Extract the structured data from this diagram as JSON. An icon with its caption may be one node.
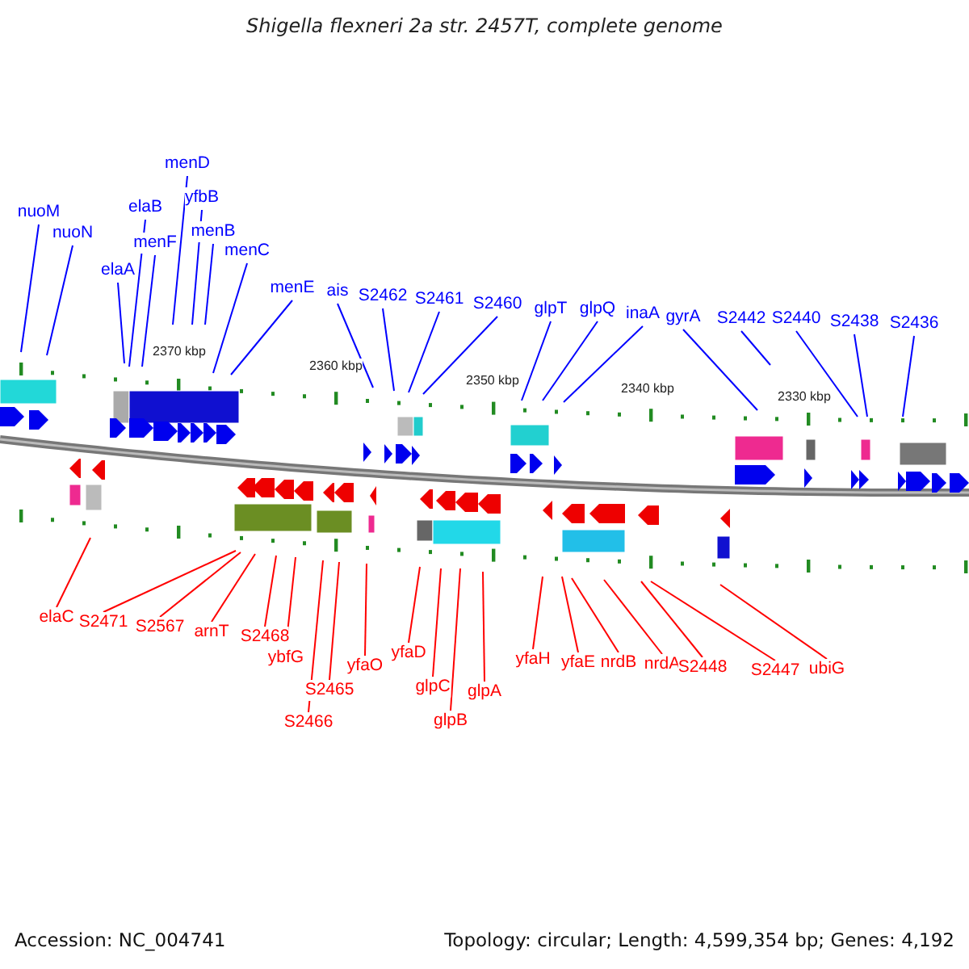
{
  "diagram": {
    "title": "Shigella flexneri 2a str. 2457T, complete genome",
    "nodes": [
      {
        "text": [
          "nuoM"
        ]
      },
      {
        "text": [
          "nuoN"
        ]
      },
      {
        "text": [
          "elaA"
        ]
      },
      {
        "text": [
          "elaB"
        ]
      },
      {
        "text": [
          "menF"
        ]
      },
      {
        "text": [
          "menD"
        ]
      },
      {
        "text": [
          "yfbB"
        ]
      },
      {
        "text": [
          "menB"
        ]
      },
      {
        "text": [
          "menC"
        ]
      },
      {
        "text": [
          "menE"
        ]
      },
      {
        "text": [
          "ais"
        ]
      },
      {
        "text": [
          "S2462"
        ]
      },
      {
        "text": [
          "S2461"
        ]
      },
      {
        "text": [
          "S2460"
        ]
      },
      {
        "text": [
          "glpT"
        ]
      },
      {
        "text": [
          "glpQ"
        ]
      },
      {
        "text": [
          "inaA"
        ]
      },
      {
        "text": [
          "gyrA"
        ]
      },
      {
        "text": [
          "S2442"
        ]
      },
      {
        "text": [
          "S2440"
        ]
      },
      {
        "text": [
          "S2438"
        ]
      },
      {
        "text": [
          "S2436"
        ]
      },
      {
        "text": [
          "elaC"
        ]
      },
      {
        "text": [
          "S2471"
        ]
      },
      {
        "text": [
          "S2567"
        ]
      },
      {
        "text": [
          "arnT"
        ]
      },
      {
        "text": [
          "S2468"
        ]
      },
      {
        "text": [
          "ybfG"
        ]
      },
      {
        "text": [
          "S2465"
        ]
      },
      {
        "text": [
          "S2466"
        ]
      },
      {
        "text": [
          "yfaO"
        ]
      },
      {
        "text": [
          "yfaD"
        ]
      },
      {
        "text": [
          "glpC"
        ]
      },
      {
        "text": [
          "glpB"
        ]
      },
      {
        "text": [
          "glpA"
        ]
      },
      {
        "text": [
          "yfaH"
        ]
      },
      {
        "text": [
          "yfaE"
        ]
      },
      {
        "text": [
          "nrdB"
        ]
      },
      {
        "text": [
          "nrdA"
        ]
      },
      {
        "text": [
          "S2448"
        ]
      },
      {
        "text": [
          "S2447"
        ]
      },
      {
        "text": [
          "ubiG"
        ]
      }
    ],
    "edges": [
      {
        "from": 0,
        "to": null,
        "arrow": "none"
      },
      {
        "from": 1,
        "to": null,
        "arrow": "none"
      },
      {
        "from": 2,
        "to": null,
        "arrow": "none"
      },
      {
        "from": 3,
        "to": null,
        "arrow": "none"
      },
      {
        "from": 4,
        "to": null,
        "arrow": "none"
      },
      {
        "from": 5,
        "to": null,
        "arrow": "none"
      },
      {
        "from": 6,
        "to": null,
        "arrow": "none"
      },
      {
        "from": 7,
        "to": null,
        "arrow": "none"
      },
      {
        "from": 8,
        "to": null,
        "arrow": "none"
      },
      {
        "from": 9,
        "to": null,
        "arrow": "none"
      },
      {
        "from": 10,
        "to": null,
        "arrow": "none"
      },
      {
        "from": 11,
        "to": null,
        "arrow": "none"
      },
      {
        "from": 12,
        "to": null,
        "arrow": "none"
      },
      {
        "from": 13,
        "to": null,
        "arrow": "none"
      },
      {
        "from": 14,
        "to": null,
        "arrow": "none"
      },
      {
        "from": 15,
        "to": null,
        "arrow": "none"
      },
      {
        "from": 16,
        "to": null,
        "arrow": "none"
      },
      {
        "from": 17,
        "to": null,
        "arrow": "none"
      },
      {
        "from": 18,
        "to": null,
        "arrow": "none"
      },
      {
        "from": 19,
        "to": null,
        "arrow": "none"
      },
      {
        "from": 20,
        "to": null,
        "arrow": "none"
      },
      {
        "from": 21,
        "to": null,
        "arrow": "none"
      },
      {
        "from": 22,
        "to": null,
        "arrow": "none",
        "color": "#ff0000"
      },
      {
        "from": 23,
        "to": null,
        "arrow": "none",
        "color": "#ff0000"
      },
      {
        "from": 24,
        "to": null,
        "arrow": "none",
        "color": "#ff0000"
      },
      {
        "from": 25,
        "to": null,
        "arrow": "none",
        "color": "#ff0000"
      },
      {
        "from": 26,
        "to": null,
        "arrow": "none",
        "color": "#ff0000"
      },
      {
        "from": 27,
        "to": null,
        "arrow": "none",
        "color": "#ff0000"
      },
      {
        "from": 28,
        "to": null,
        "arrow": "none",
        "color": "#ff0000"
      },
      {
        "from": 29,
        "to": null,
        "arrow": "none",
        "color": "#ff0000"
      },
      {
        "from": 30,
        "to": null,
        "arrow": "none",
        "color": "#ff0000"
      },
      {
        "from": 31,
        "to": null,
        "arrow": "none",
        "color": "#ff0000"
      },
      {
        "from": 32,
        "to": null,
        "arrow": "none",
        "color": "#ff0000"
      },
      {
        "from": 33,
        "to": null,
        "arrow": "none",
        "color": "#ff0000"
      },
      {
        "from": 34,
        "to": null,
        "arrow": "none",
        "color": "#ff0000"
      },
      {
        "from": 35,
        "to": null,
        "arrow": "none",
        "color": "#ff0000"
      },
      {
        "from": 36,
        "to": null,
        "arrow": "none",
        "color": "#ff0000"
      },
      {
        "from": 37,
        "to": null,
        "arrow": "none",
        "color": "#ff0000"
      },
      {
        "from": 38,
        "to": null,
        "arrow": "none",
        "color": "#ff0000"
      },
      {
        "from": 39,
        "to": null,
        "arrow": "none",
        "color": "#ff0000"
      },
      {
        "from": 40,
        "to": null,
        "arrow": "none",
        "color": "#ff0000"
      },
      {
        "from": 41,
        "to": null,
        "arrow": "none",
        "color": "#ff0000"
      }
    ],
    "labels": [
      "2370 kbp",
      "2360 kbp",
      "2350 kbp",
      "2340 kbp",
      "2330 kbp",
      "Accession: NC_004741",
      "Topology: circular; Length: 4,599,354 bp; Genes: 4,192"
    ]
  }
}
